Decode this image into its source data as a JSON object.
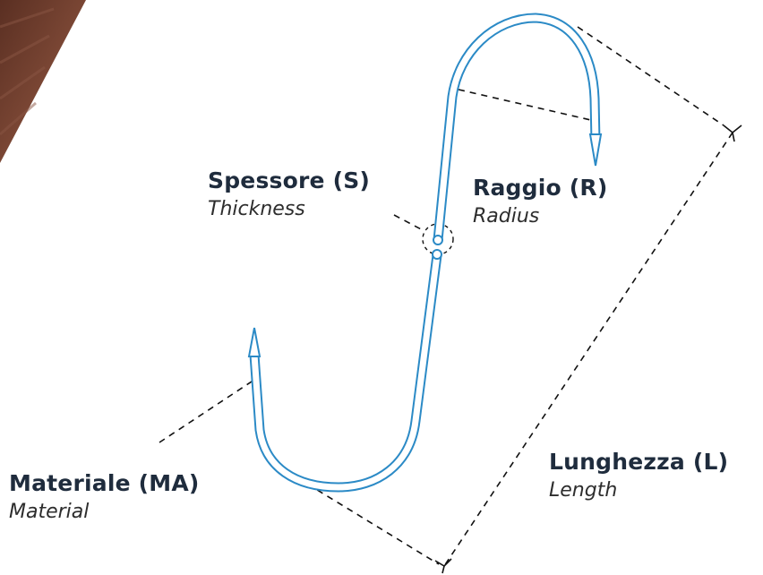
{
  "colors": {
    "hook_stroke": "#2b8ac6",
    "dash_stroke": "#111111",
    "title_text": "#1f2c3d",
    "background_texture": "#6b3a2a"
  },
  "labels": {
    "spessore": {
      "title": "Spessore (S)",
      "subtitle": "Thickness"
    },
    "raggio": {
      "title": "Raggio (R)",
      "subtitle": "Radius"
    },
    "materiale": {
      "title": "Materiale (MA)",
      "subtitle": "Material"
    },
    "lunghezza": {
      "title": "Lunghezza (L)",
      "subtitle": "Length"
    }
  }
}
